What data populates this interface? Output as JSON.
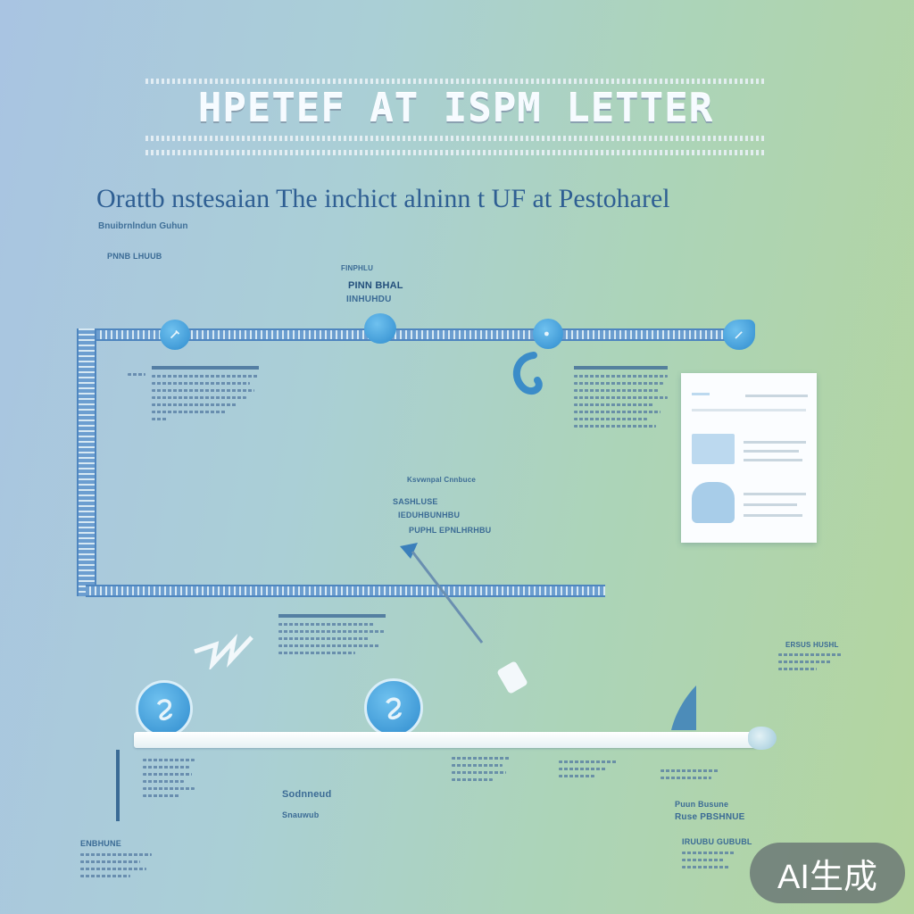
{
  "header": {
    "banner_title": "HPETEF AT ISPM LETTER",
    "subtitle": "Orattb nstesaian The inchict alninn t UF at Pestoharel",
    "sub_caption": "Bnuibrnlndun Guhun"
  },
  "labels": {
    "top_left": "PNNB LHUUB",
    "top_center_small": "FINPHLU",
    "top_center_bold": "PINN BHAL",
    "top_center_bold_2": "IINHUHDU",
    "center_mid": "Ksvwnpal Cnnbuce",
    "center_mid_2": "SASHLUSE",
    "center_mid_3": "IEDUHBUNHBU",
    "center_mid_4": "PUPHL EPNLHRHBU",
    "lower_right": "ERSUS HUSHL",
    "bottom_left": "ENBHUNE",
    "bottom_mid": "Sodnneud",
    "bottom_mid_2": "Snauwub",
    "bottom_right_1": "Puun Busune",
    "bottom_right_2": "Ruse PBSHNUE",
    "bottom_right_3": "IRUUBU GUBUBL"
  },
  "colors": {
    "accent": "#2f8cce",
    "timeline": "#6c9ed0",
    "title_text": "#2f5f93"
  },
  "watermark": {
    "text": "AI生成"
  }
}
